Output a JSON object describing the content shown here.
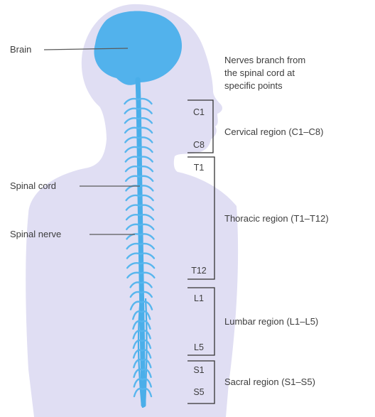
{
  "labels": {
    "brain": "Brain",
    "spinal_cord": "Spinal cord",
    "spinal_nerve": "Spinal nerve",
    "intro_lines": [
      "Nerves branch from",
      "the spinal cord at",
      "specific points"
    ]
  },
  "regions": [
    {
      "name": "Cervical region (C1–C8)",
      "top_label": "C1",
      "bottom_label": "C8"
    },
    {
      "name": "Thoracic region (T1–T12)",
      "top_label": "T1",
      "bottom_label": "T12"
    },
    {
      "name": "Lumbar region (L1–L5)",
      "top_label": "L1",
      "bottom_label": "L5"
    },
    {
      "name": "Sacral region (S1–S5)",
      "top_label": "S1",
      "bottom_label": "S5"
    }
  ],
  "colors": {
    "body": "#e0def3",
    "brain": "#52b2ec",
    "spine": "#4aaee9",
    "nerves": "#58b6ee",
    "leader_lines": "#5a5a5a",
    "text": "#3d3d3d"
  }
}
